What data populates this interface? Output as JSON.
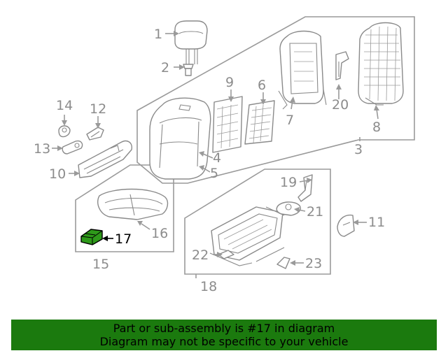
{
  "callouts": {
    "c1": "1",
    "c2": "2",
    "c3": "3",
    "c4": "4",
    "c5": "5",
    "c6": "6",
    "c7": "7",
    "c8": "8",
    "c9": "9",
    "c10": "10",
    "c11": "11",
    "c12": "12",
    "c13": "13",
    "c14": "14",
    "c15": "15",
    "c16": "16",
    "c17": "17",
    "c18": "18",
    "c19": "19",
    "c20": "20",
    "c21": "21",
    "c22": "22",
    "c23": "23"
  },
  "highlight_part": "17",
  "colors": {
    "banner": "#1b7a0e",
    "highlighted_part": "#2e9a1a",
    "line_art": "#8a8a8a"
  },
  "banner": {
    "line1": "Part or sub-assembly is #17 in diagram",
    "line2": "Diagram may not be specific to your vehicle"
  }
}
